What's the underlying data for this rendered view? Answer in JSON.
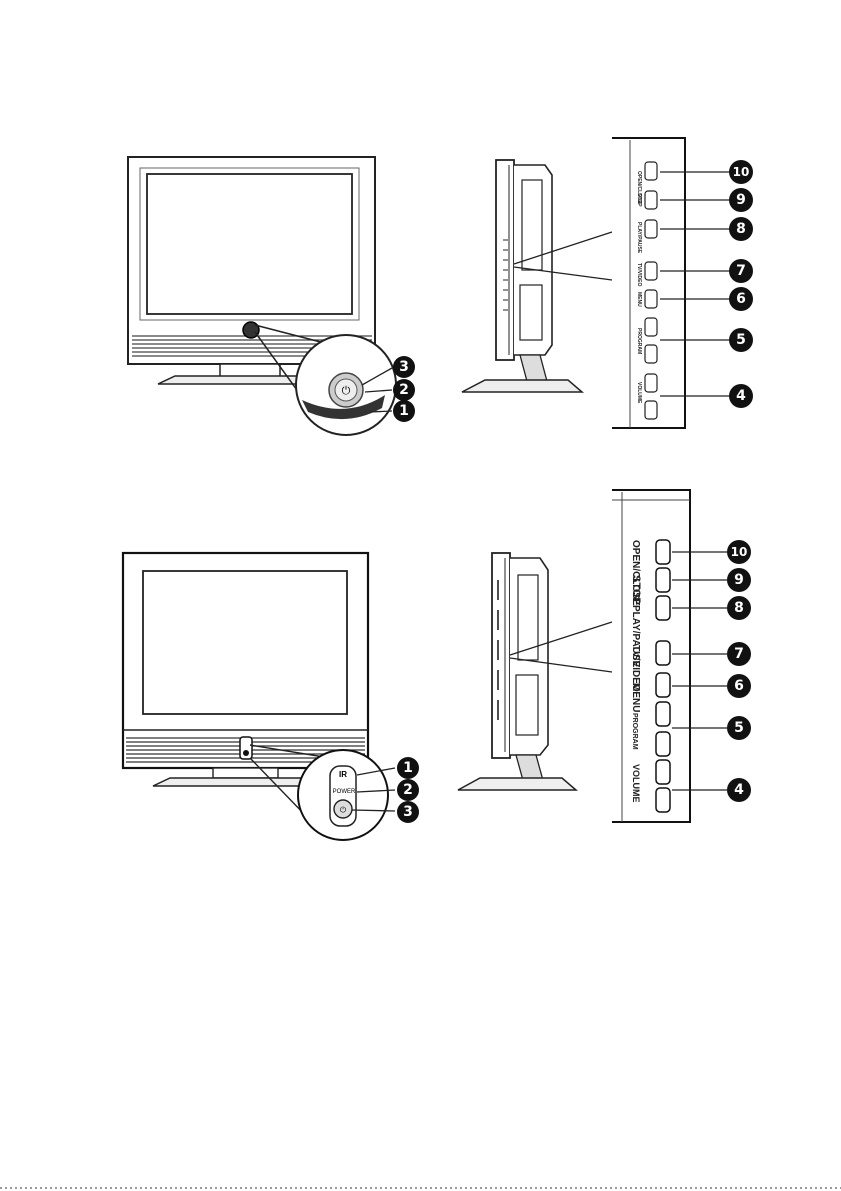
{
  "top_panel": {
    "buttons": [
      "OPEN/CLOSE",
      "STOP",
      "PLAY/PAUSE",
      "TV/VIDEO",
      "MENU",
      "PROGRAM",
      "VOLUME"
    ],
    "callouts_front": [
      "3",
      "2",
      "1"
    ],
    "callouts_side": [
      "10",
      "9",
      "8",
      "7",
      "6",
      "5",
      "4"
    ]
  },
  "bottom_panel": {
    "buttons": [
      "OPEN/CLOSE",
      "STOP",
      "PLAY/PAUSE",
      "TV/VIDEO",
      "MENU",
      "PROGRAM",
      "VOLUME"
    ],
    "front_labels": [
      "IR",
      "POWER"
    ],
    "callouts_front": [
      "1",
      "2",
      "3"
    ],
    "callouts_side": [
      "10",
      "9",
      "8",
      "7",
      "6",
      "5",
      "4"
    ]
  }
}
